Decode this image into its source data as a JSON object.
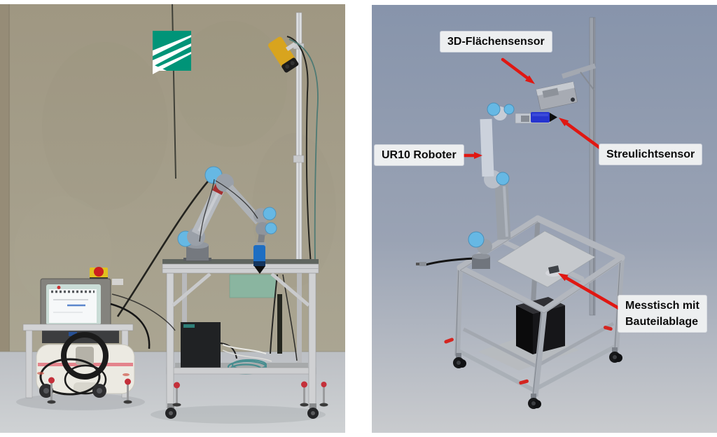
{
  "figure": {
    "panels": {
      "left": {
        "kind": "photograph of robotic measurement cell"
      },
      "right": {
        "kind": "CAD rendering with callout labels"
      }
    },
    "annotations": {
      "sensor3d": {
        "label": "3D-Flächensensor"
      },
      "ur10": {
        "label": "UR10 Roboter"
      },
      "streulicht": {
        "label": "Streulichtsensor"
      },
      "messtisch": {
        "label_line1": "Messtisch mit",
        "label_line2": "Bauteilablage"
      }
    }
  },
  "colors": {
    "arrow_red": "#e01712",
    "label_bg": "#edeff0",
    "label_text": "#0b0b0b",
    "fraunhofer_green": "#009478",
    "sensor_blue_photo": "#1e6ec2",
    "sensor_blue_cad": "#2634cf",
    "camera_yellow": "#d8a41e",
    "ur_joint_blue": "#66b8e4",
    "cad_bg_top": "#8794ab",
    "cad_bg_bottom": "#c9cbce",
    "wall_tan": "#a39b86",
    "floor_gray": "#c3c6ca"
  }
}
